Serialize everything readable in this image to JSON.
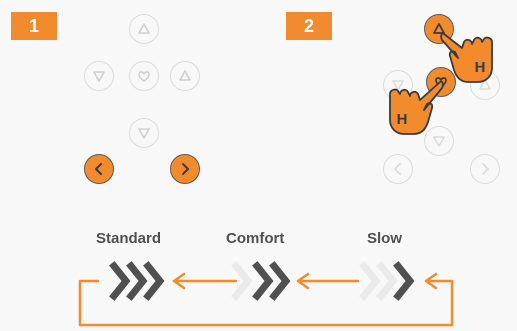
{
  "steps": [
    {
      "number": "1"
    },
    {
      "number": "2"
    }
  ],
  "hand_label": "H",
  "modes": [
    {
      "label": "Standard",
      "chevrons": 3
    },
    {
      "label": "Comfort",
      "chevrons": 2
    },
    {
      "label": "Slow",
      "chevrons": 1
    }
  ],
  "colors": {
    "accent": "#f28a2e",
    "chevron": "#505050",
    "outline": "#dcdcdc",
    "text": "#505050"
  },
  "icons": [
    "up-icon",
    "down-icon",
    "heart-icon",
    "left-icon",
    "right-icon",
    "hand-icon"
  ]
}
